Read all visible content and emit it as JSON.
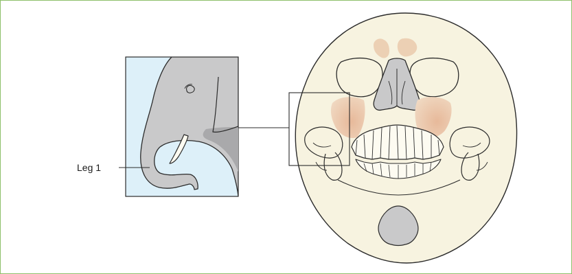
{
  "labels": {
    "leg_1": "Leg 1"
  },
  "colors": {
    "frame_border": "#8dc06a",
    "inset_background": "#ddf0f9",
    "elephant_gray": "#c9c9ca",
    "elephant_shadow": "#a9a9ab",
    "tusk": "#fdfbf1",
    "skull_bone": "#f7f3e0",
    "sinus_fill": "#eac9ac",
    "outline": "#2b2b2b"
  },
  "icons": {
    "inset": "elephant-head-illustration",
    "main": "human-skull-front-view"
  }
}
